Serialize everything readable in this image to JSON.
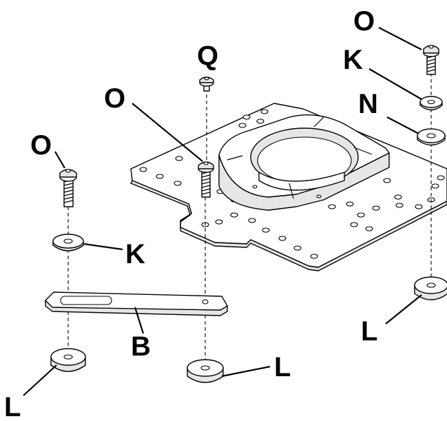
{
  "diagram": {
    "callouts": {
      "o_top_right": "O",
      "k_top_right": "K",
      "n_right": "N",
      "q_top_center": "Q",
      "o_center": "O",
      "o_left": "O",
      "k_left": "K",
      "b_bar": "B",
      "l_center": "L",
      "l_right": "L",
      "l_left": "L"
    },
    "colors": {
      "ink": "#000000",
      "paper": "#ffffff",
      "shade": "#e6e6e6"
    }
  }
}
